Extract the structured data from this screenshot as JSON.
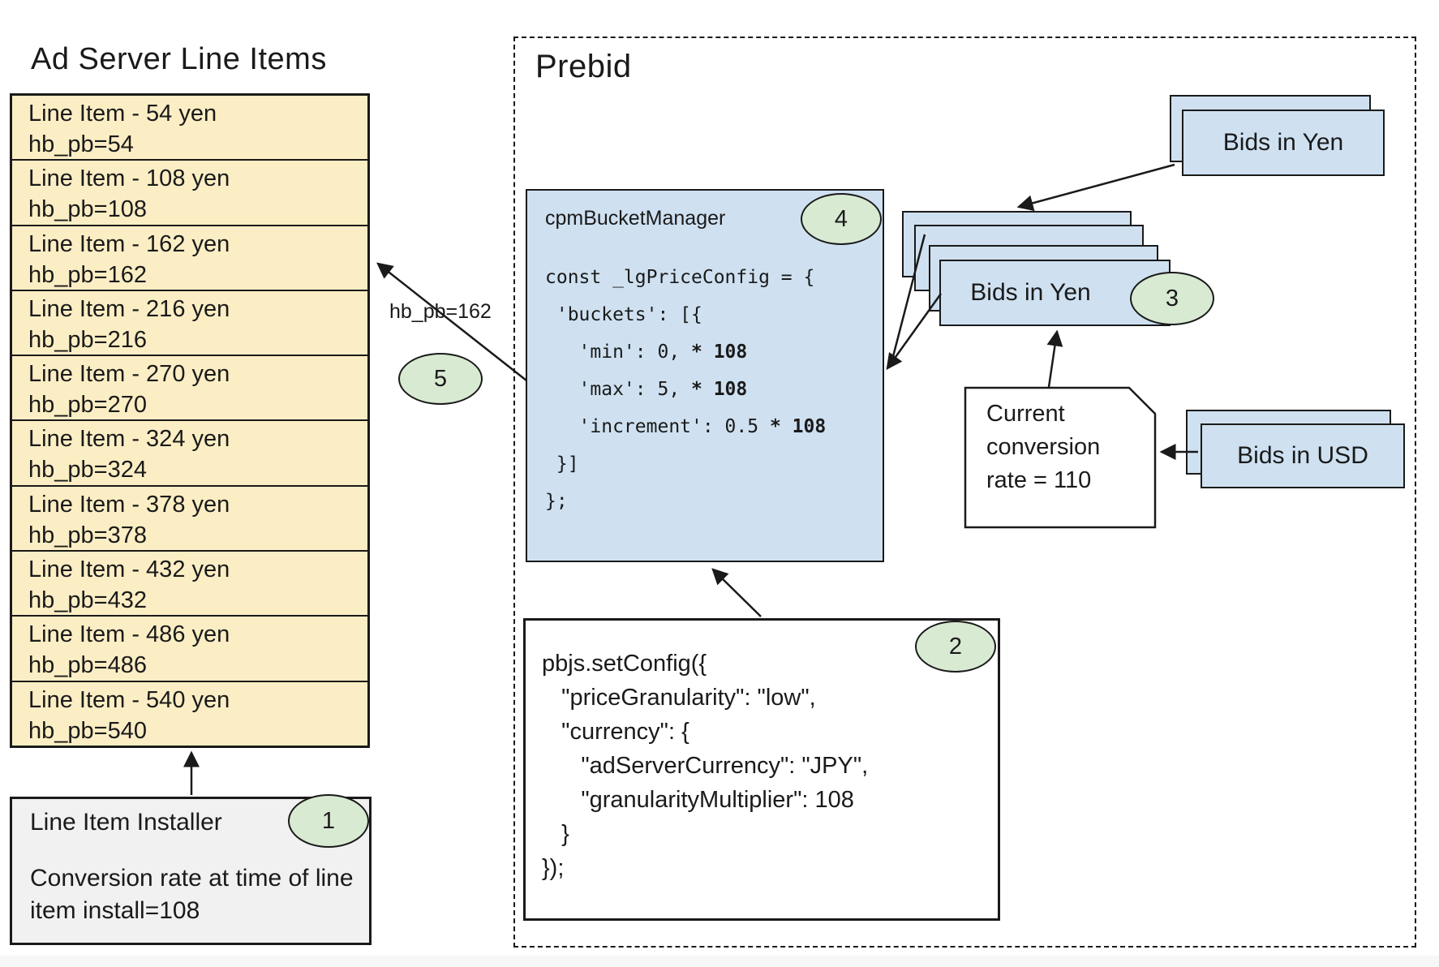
{
  "colors": {
    "yellow": "#fceec4",
    "blue": "#cfe1f1",
    "green": "#d9ead3",
    "gray": "#f1f1f1",
    "line": "#1a1a1a"
  },
  "ad_server": {
    "title": "Ad Server Line Items",
    "line_items": [
      {
        "label": "Line Item - 54 yen",
        "param": "hb_pb=54"
      },
      {
        "label": "Line Item - 108 yen",
        "param": "hb_pb=108"
      },
      {
        "label": "Line Item - 162 yen",
        "param": "hb_pb=162"
      },
      {
        "label": "Line Item - 216 yen",
        "param": "hb_pb=216"
      },
      {
        "label": "Line Item - 270 yen",
        "param": "hb_pb=270"
      },
      {
        "label": "Line Item - 324 yen",
        "param": "hb_pb=324"
      },
      {
        "label": "Line Item - 378 yen",
        "param": "hb_pb=378"
      },
      {
        "label": "Line Item - 432 yen",
        "param": "hb_pb=432"
      },
      {
        "label": "Line Item - 486 yen",
        "param": "hb_pb=486"
      },
      {
        "label": "Line Item - 540 yen",
        "param": "hb_pb=540"
      }
    ],
    "installer": {
      "badge": "1",
      "title": "Line Item Installer",
      "note": "Conversion rate at time of line item install=108"
    }
  },
  "prebid": {
    "title": "Prebid",
    "bucket_manager": {
      "badge": "4",
      "title": "cpmBucketManager",
      "code": [
        {
          "t": "const _lgPriceConfig = {",
          "b": ""
        },
        {
          "t": " 'buckets': [{",
          "b": ""
        },
        {
          "t": "   'min': 0, ",
          "b": "* 108"
        },
        {
          "t": "   'max': 5, ",
          "b": "* 108"
        },
        {
          "t": "   'increment': 0.5 ",
          "b": "* 108"
        },
        {
          "t": " }]",
          "b": ""
        },
        {
          "t": "};",
          "b": ""
        }
      ]
    },
    "set_config": {
      "badge": "2",
      "code": [
        "pbjs.setConfig({",
        "   \"priceGranularity\": \"low\",",
        "   \"currency\": {",
        "      \"adServerCurrency\": \"JPY\",",
        "      \"granularityMultiplier\": 108",
        "   }",
        "});"
      ]
    },
    "bids_in_yen_source": {
      "label": "Bids in Yen"
    },
    "bids_in_yen_converted": {
      "label": "Bids in Yen",
      "badge": "3"
    },
    "bids_in_usd": {
      "label": "Bids in USD"
    },
    "conversion_note": {
      "lines": [
        "Current",
        "conversion",
        "rate = 110"
      ]
    },
    "hb_pb_flow": {
      "label": "hb_pb=162",
      "badge": "5"
    }
  }
}
